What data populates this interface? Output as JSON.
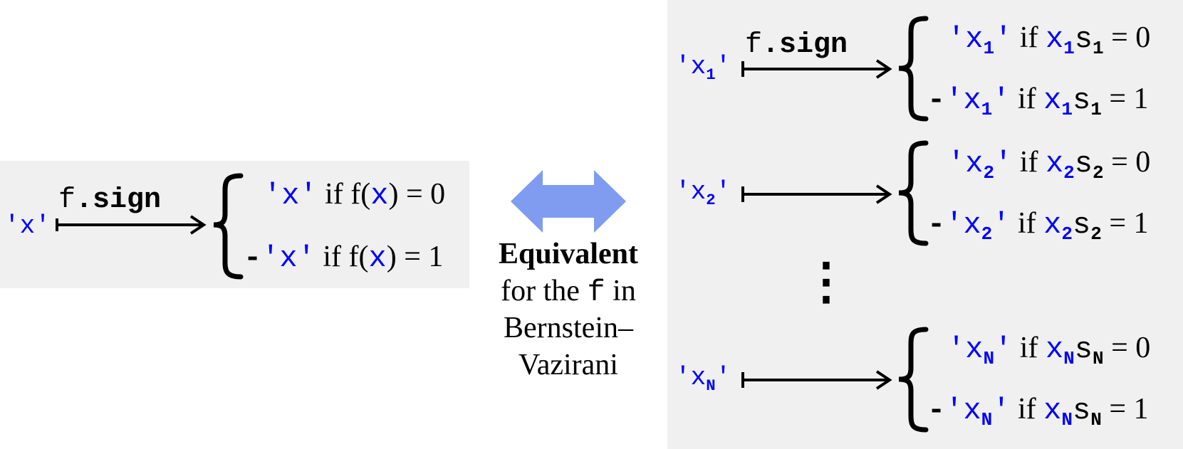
{
  "left": {
    "input": "'x'",
    "arrow_fn": "f",
    "arrow_method": ".sign",
    "cases": [
      {
        "sign": "",
        "value": "'x'",
        "cond_word": "if",
        "cond_prefix": "f(",
        "cond_var": "x",
        "cond_suffix": ") = 0"
      },
      {
        "sign": "-",
        "value": "'x'",
        "cond_word": "if",
        "cond_prefix": "f(",
        "cond_var": "x",
        "cond_suffix": ") = 1"
      }
    ]
  },
  "middle": {
    "arrow_color": "#7f9cf0",
    "title": "Equivalent",
    "line1_a": "for the",
    "line1_code": "f",
    "line1_b": "in",
    "line2": "Bernstein–",
    "line3": "Vazirani"
  },
  "right": {
    "rows": [
      {
        "input_var": "x",
        "input_sub": "1",
        "arrow_fn": "f",
        "arrow_method": ".sign",
        "sub": "1",
        "eq0": "= 0",
        "eq1": "= 1"
      },
      {
        "input_var": "x",
        "input_sub": "2",
        "arrow_fn": "",
        "arrow_method": "",
        "sub": "2",
        "eq0": "= 0",
        "eq1": "= 1"
      },
      {
        "input_var": "x",
        "input_sub": "N",
        "arrow_fn": "",
        "arrow_method": "",
        "sub": "N",
        "eq0": "= 0",
        "eq1": "= 1"
      }
    ],
    "cond_word": "if",
    "case_var": "x",
    "secret_var": "s",
    "neg_sign": "-",
    "ellipsis": "⋮"
  }
}
